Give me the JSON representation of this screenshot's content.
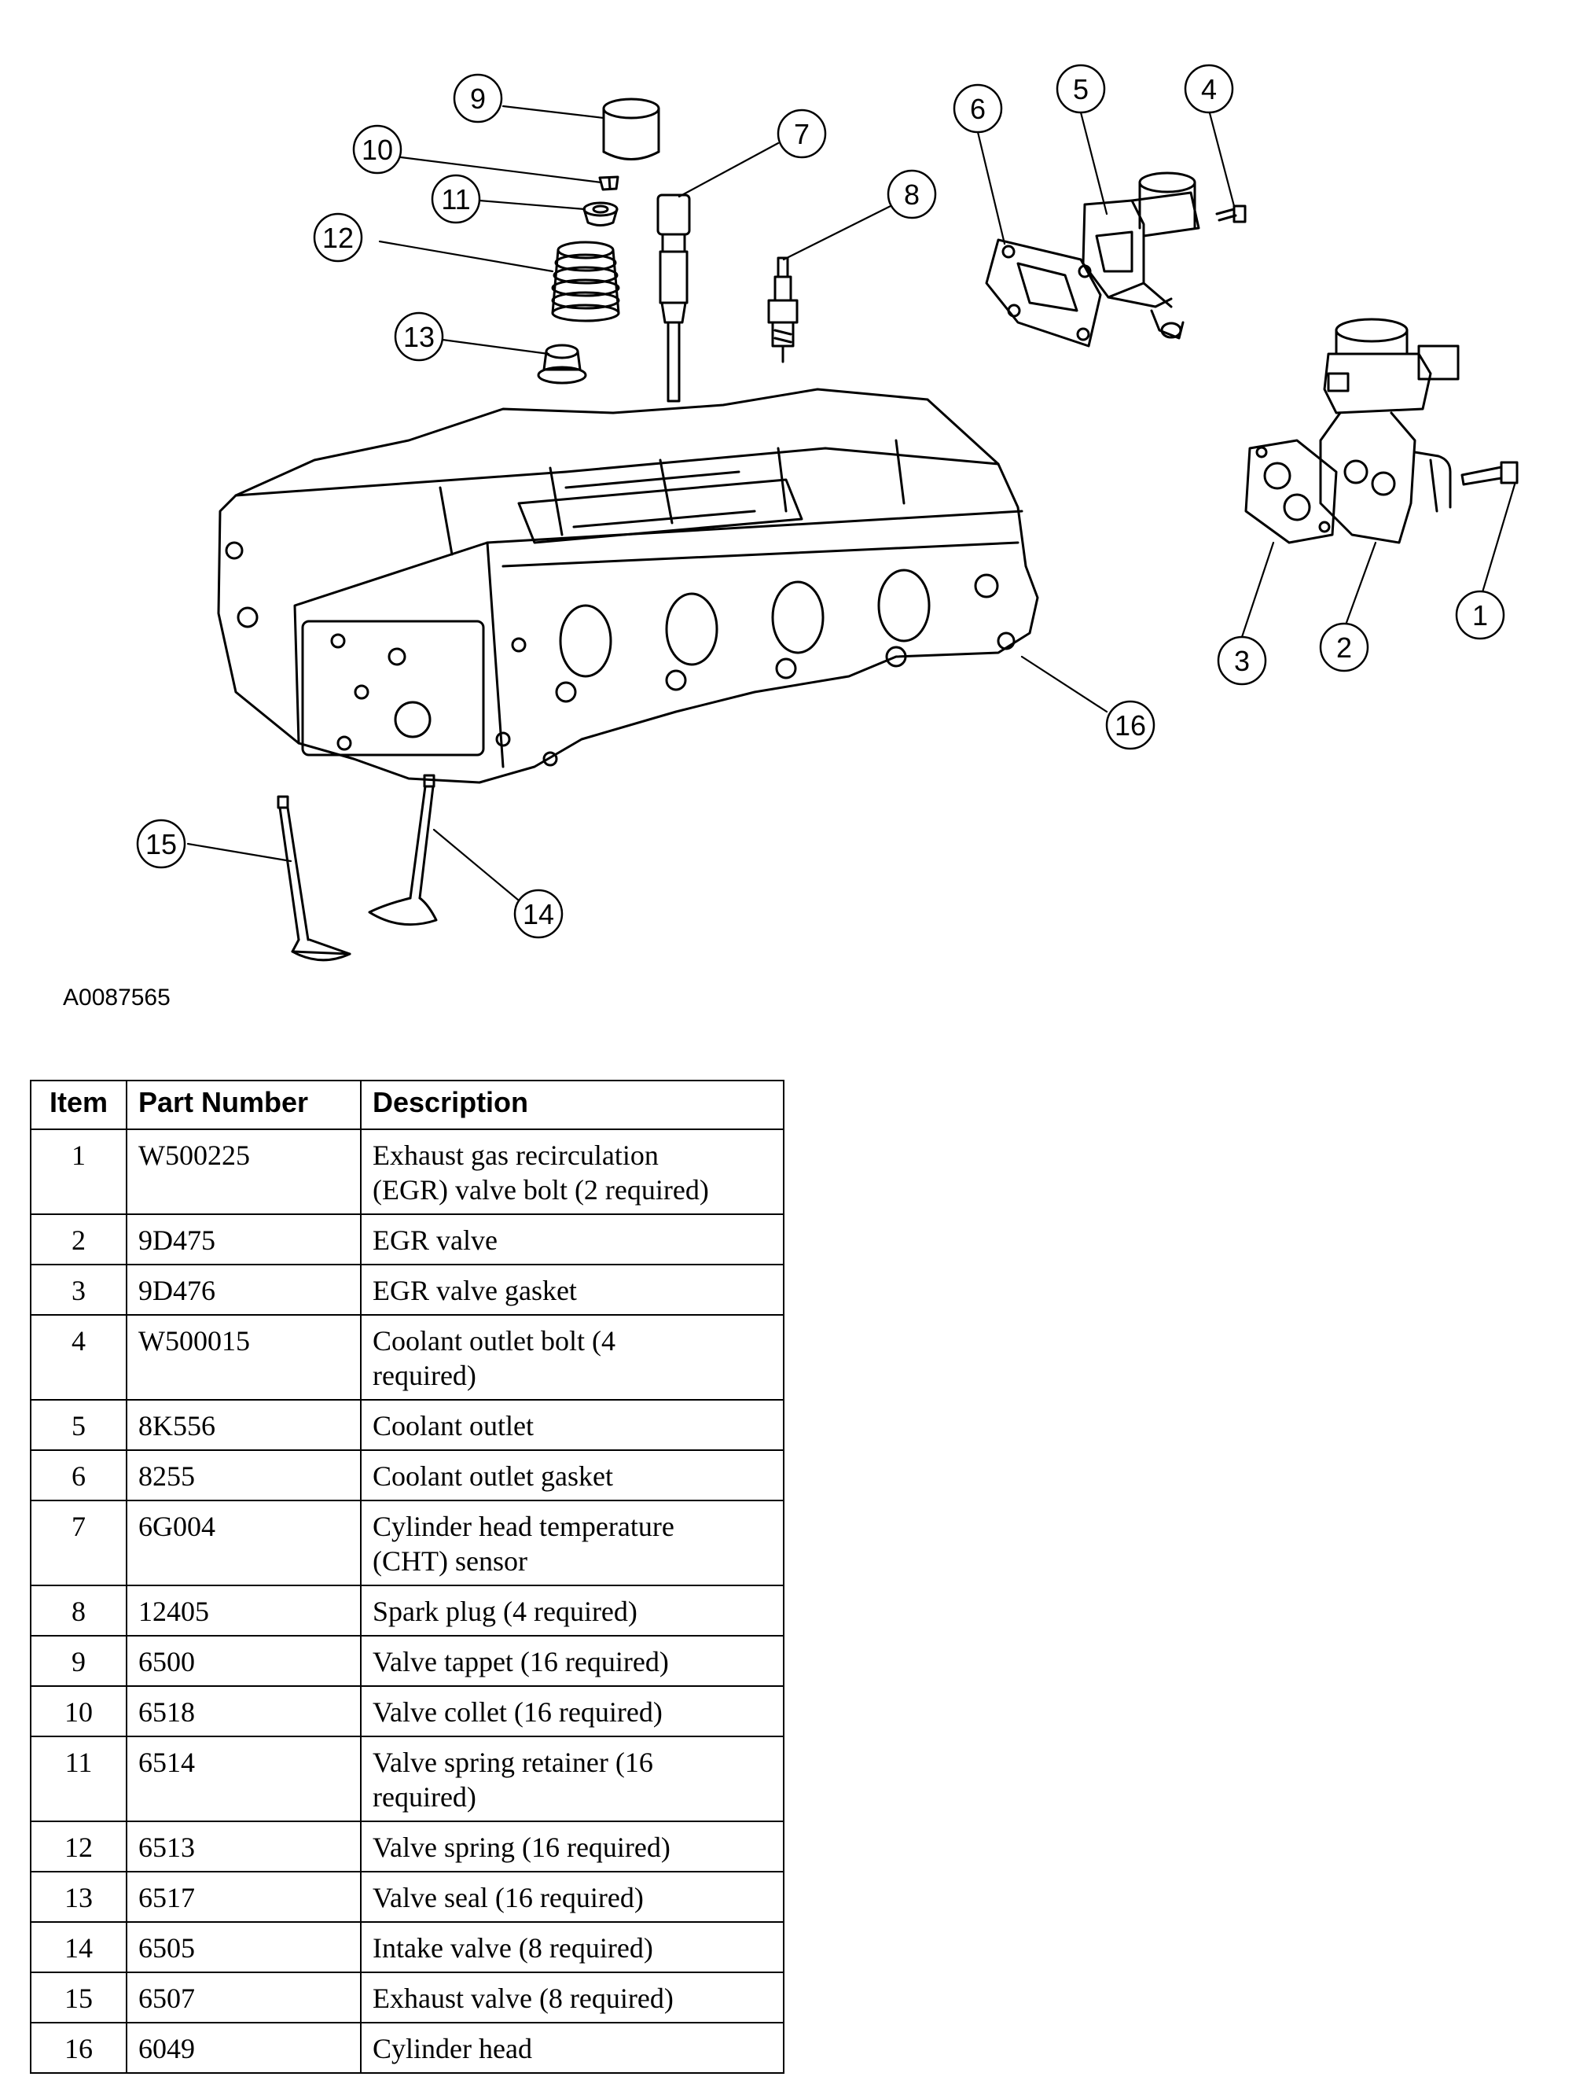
{
  "figure_id": "A0087565",
  "callouts": [
    "1",
    "2",
    "3",
    "4",
    "5",
    "6",
    "7",
    "8",
    "9",
    "10",
    "11",
    "12",
    "13",
    "14",
    "15",
    "16"
  ],
  "table": {
    "headers": [
      "Item",
      "Part Number",
      "Description"
    ],
    "rows": [
      {
        "item": "1",
        "part": "W500225",
        "desc_lines": [
          "Exhaust gas recirculation",
          "(EGR) valve bolt (2 required)"
        ]
      },
      {
        "item": "2",
        "part": "9D475",
        "desc_lines": [
          "EGR valve"
        ]
      },
      {
        "item": "3",
        "part": "9D476",
        "desc_lines": [
          "EGR valve gasket"
        ]
      },
      {
        "item": "4",
        "part": "W500015",
        "desc_lines": [
          "Coolant outlet bolt (4",
          "required)"
        ]
      },
      {
        "item": "5",
        "part": "8K556",
        "desc_lines": [
          "Coolant outlet"
        ]
      },
      {
        "item": "6",
        "part": "8255",
        "desc_lines": [
          "Coolant outlet gasket"
        ]
      },
      {
        "item": "7",
        "part": "6G004",
        "desc_lines": [
          "Cylinder head temperature",
          "(CHT) sensor"
        ]
      },
      {
        "item": "8",
        "part": "12405",
        "desc_lines": [
          "Spark plug (4 required)"
        ]
      },
      {
        "item": "9",
        "part": "6500",
        "desc_lines": [
          "Valve tappet (16 required)"
        ]
      },
      {
        "item": "10",
        "part": "6518",
        "desc_lines": [
          "Valve collet (16 required)"
        ]
      },
      {
        "item": "11",
        "part": "6514",
        "desc_lines": [
          "Valve spring retainer (16",
          "required)"
        ]
      },
      {
        "item": "12",
        "part": "6513",
        "desc_lines": [
          "Valve spring (16 required)"
        ]
      },
      {
        "item": "13",
        "part": "6517",
        "desc_lines": [
          "Valve seal (16 required)"
        ]
      },
      {
        "item": "14",
        "part": "6505",
        "desc_lines": [
          "Intake valve (8 required)"
        ]
      },
      {
        "item": "15",
        "part": "6507",
        "desc_lines": [
          "Exhaust valve (8 required)"
        ]
      },
      {
        "item": "16",
        "part": "6049",
        "desc_lines": [
          "Cylinder head"
        ]
      }
    ]
  }
}
